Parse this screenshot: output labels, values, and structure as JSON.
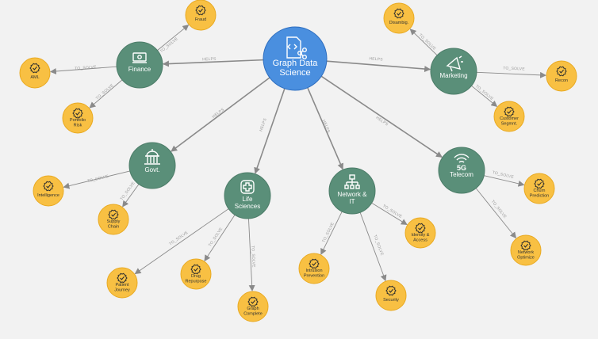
{
  "graph": {
    "colors": {
      "hub": "#4a8fdf",
      "hub_border": "#2f6fc0",
      "domain": "#5a8f79",
      "domain_border": "#4d7d69",
      "leaf": "#f8c043",
      "leaf_border": "#e9aa22",
      "edge": "#8a8a8a",
      "edge_label": "#9a9a9a",
      "background": "#f2f2f2"
    },
    "hub": {
      "id": "gds",
      "label": [
        "Graph Data",
        "Science"
      ],
      "icon": "code-share-icon"
    },
    "domains": [
      {
        "id": "finance",
        "label": [
          "Finance"
        ],
        "icon": "money-icon"
      },
      {
        "id": "marketing",
        "label": [
          "Marketing"
        ],
        "icon": "megaphone-icon"
      },
      {
        "id": "govt",
        "label": [
          "Govt."
        ],
        "icon": "capitol-icon"
      },
      {
        "id": "life",
        "label": [
          "Life",
          "Sciences"
        ],
        "icon": "medical-cross-icon"
      },
      {
        "id": "network",
        "label": [
          "Network &",
          "IT"
        ],
        "icon": "network-icon"
      },
      {
        "id": "telecom",
        "label": [
          "Telecom"
        ],
        "icon": "5g-signal-icon"
      }
    ],
    "leaves": [
      {
        "id": "fraud",
        "label": [
          "Fraud"
        ],
        "icon": "check-badge-icon"
      },
      {
        "id": "aml",
        "label": [
          "AML"
        ],
        "icon": "check-badge-icon"
      },
      {
        "id": "portfolio",
        "label": [
          "Portfolio",
          "Risk"
        ],
        "icon": "check-badge-icon"
      },
      {
        "id": "disamb",
        "label": [
          "Disambig."
        ],
        "icon": "check-badge-icon"
      },
      {
        "id": "recon",
        "label": [
          "Recon"
        ],
        "icon": "check-badge-icon"
      },
      {
        "id": "segment",
        "label": [
          "Customer",
          "Segmnt."
        ],
        "icon": "check-badge-icon"
      },
      {
        "id": "intel",
        "label": [
          "Intelligence"
        ],
        "icon": "check-badge-icon"
      },
      {
        "id": "supply",
        "label": [
          "Supply",
          "Chain"
        ],
        "icon": "check-badge-icon"
      },
      {
        "id": "patient",
        "label": [
          "Patient",
          "Journey"
        ],
        "icon": "check-badge-icon"
      },
      {
        "id": "drug",
        "label": [
          "Drug",
          "Repurpose"
        ],
        "icon": "check-badge-icon"
      },
      {
        "id": "graphc",
        "label": [
          "Graph",
          "Complete"
        ],
        "icon": "check-badge-icon"
      },
      {
        "id": "intrusion",
        "label": [
          "Intrusion",
          "Prevention"
        ],
        "icon": "check-badge-icon"
      },
      {
        "id": "security",
        "label": [
          "Security"
        ],
        "icon": "check-badge-icon"
      },
      {
        "id": "identity",
        "label": [
          "Identity &",
          "Access"
        ],
        "icon": "check-badge-icon"
      },
      {
        "id": "churn",
        "label": [
          "Churn",
          "Prediction"
        ],
        "icon": "check-badge-icon"
      },
      {
        "id": "netopt",
        "label": [
          "Network",
          "Optimize"
        ],
        "icon": "check-badge-icon"
      }
    ],
    "edges": [
      {
        "from": "gds",
        "to": "finance",
        "label": "HELPS"
      },
      {
        "from": "gds",
        "to": "marketing",
        "label": "HELPS"
      },
      {
        "from": "gds",
        "to": "govt",
        "label": "HELPS"
      },
      {
        "from": "gds",
        "to": "life",
        "label": "HELPS"
      },
      {
        "from": "gds",
        "to": "network",
        "label": "HELPS"
      },
      {
        "from": "gds",
        "to": "telecom",
        "label": "HELPS"
      },
      {
        "from": "finance",
        "to": "fraud",
        "label": "TO_SOLVE"
      },
      {
        "from": "finance",
        "to": "aml",
        "label": "TO_SOLVE"
      },
      {
        "from": "finance",
        "to": "portfolio",
        "label": "TO_SOLVE"
      },
      {
        "from": "marketing",
        "to": "disamb",
        "label": "TO_SOLVE"
      },
      {
        "from": "marketing",
        "to": "recon",
        "label": "TO_SOLVE"
      },
      {
        "from": "marketing",
        "to": "segment",
        "label": "TO_SOLVE"
      },
      {
        "from": "govt",
        "to": "intel",
        "label": "TO_SOLVE"
      },
      {
        "from": "govt",
        "to": "supply",
        "label": "TO_SOLVE"
      },
      {
        "from": "life",
        "to": "patient",
        "label": "TO_SOLVE"
      },
      {
        "from": "life",
        "to": "drug",
        "label": "TO_SOLVE"
      },
      {
        "from": "life",
        "to": "graphc",
        "label": "TO_SOLVE"
      },
      {
        "from": "network",
        "to": "intrusion",
        "label": "TO_SOLVE"
      },
      {
        "from": "network",
        "to": "security",
        "label": "TO_SOLVE"
      },
      {
        "from": "network",
        "to": "identity",
        "label": "TO_SOLVE"
      },
      {
        "from": "telecom",
        "to": "churn",
        "label": "TO_SOLVE"
      },
      {
        "from": "telecom",
        "to": "netopt",
        "label": "TO_SOLVE"
      }
    ]
  }
}
